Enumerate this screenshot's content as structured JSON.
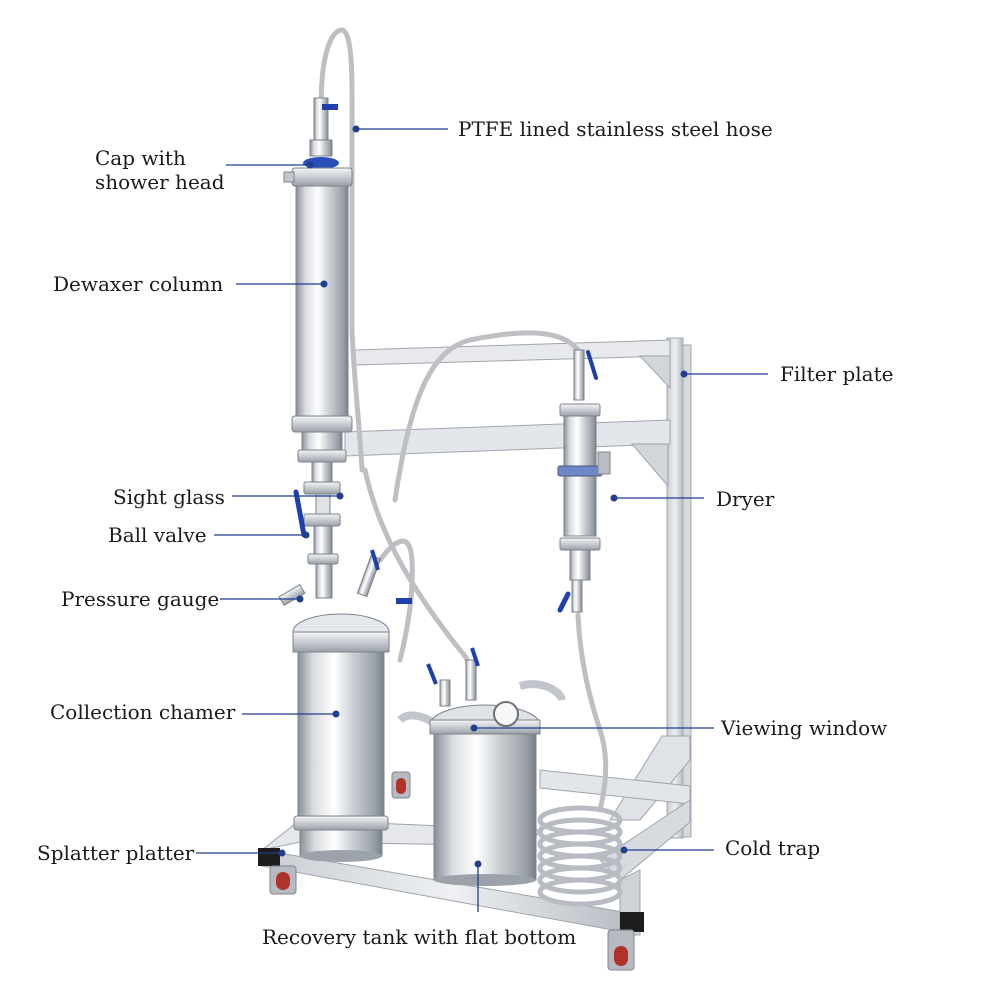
{
  "labels": {
    "ptfe_hose": "PTFE lined stainless steel hose",
    "cap_shower_head": "Cap with\nshower head",
    "dewaxer_column": "Dewaxer column",
    "filter_plate": "Filter plate",
    "dryer": "Dryer",
    "sight_glass": "Sight glass",
    "ball_valve": "Ball valve",
    "pressure_gauge": "Pressure gauge",
    "collection_chamber": "Collection chamer",
    "viewing_window": "Viewing window",
    "splatter_platter": "Splatter platter",
    "cold_trap": "Cold trap",
    "recovery_tank": "Recovery tank with flat bottom"
  },
  "colors": {
    "leader_line": "#1f3f8f",
    "steel_light": "#f2f3f5",
    "steel_mid": "#c4c8ce",
    "steel_dark": "#7d838b",
    "valve_handle": "#1e3fae",
    "wheel_red": "#b0332a"
  }
}
